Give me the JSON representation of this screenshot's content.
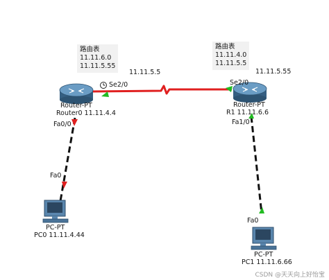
{
  "notes": {
    "left": {
      "title": "路由表",
      "lines": [
        "11.11.6.0",
        "11.11.5.55"
      ]
    },
    "right": {
      "title": "路由表",
      "lines": [
        "11.11.4.0",
        "11.11.5.5"
      ]
    }
  },
  "links": {
    "serial_left_ip": "11.11.5.5",
    "serial_right_ip": "11.11.5.55"
  },
  "router0": {
    "model": "Router-PT",
    "name_ip": "Router0 11.11.4.4",
    "serial_port": "Se2/0",
    "lan_port": "Fa0/0"
  },
  "router1": {
    "model": "Router-PT",
    "name_ip": "R1 11.11.6.6",
    "serial_port": "Se2/0",
    "lan_port": "Fa1/0"
  },
  "pc0": {
    "model": "PC-PT",
    "name_ip": "PC0 11.11.4.44",
    "port": "Fa0"
  },
  "pc1": {
    "model": "PC-PT",
    "name_ip": "PC1 11.11.6.66",
    "port": "Fa0"
  },
  "watermark": "CSDN @天天向上好怡宝",
  "colors": {
    "serial_link": "#e02020",
    "ethernet_link": "#111111",
    "link_down": "#e02020",
    "link_up": "#22bb22",
    "router_body": "#4a7fa8",
    "note_bg": "#f1f1f1"
  }
}
